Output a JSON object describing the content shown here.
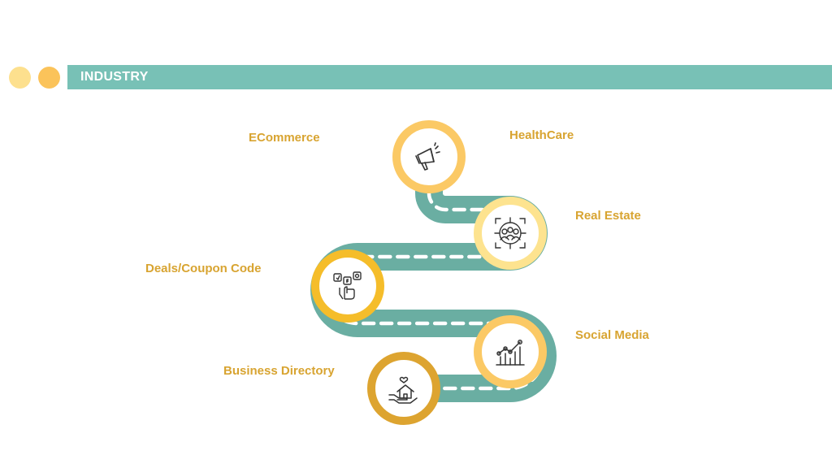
{
  "header": {
    "title": "INDUSTRY"
  },
  "colors": {
    "header_bar": "#78c1b6",
    "road": "#6aaea2",
    "label": "#d8a431",
    "dot_light": "#fde08e",
    "dot_dark": "#fbc35a"
  },
  "steps": [
    {
      "label": "ECommerce",
      "icon": "megaphone-icon"
    },
    {
      "label": "HealthCare",
      "icon": "megaphone-icon"
    },
    {
      "label": "Real Estate",
      "icon": "target-group-icon"
    },
    {
      "label": "Deals/Coupon Code",
      "icon": "social-hand-icon"
    },
    {
      "label": "Social Media",
      "icon": "growth-chart-icon"
    },
    {
      "label": "Business Directory",
      "icon": "home-hand-icon"
    }
  ]
}
